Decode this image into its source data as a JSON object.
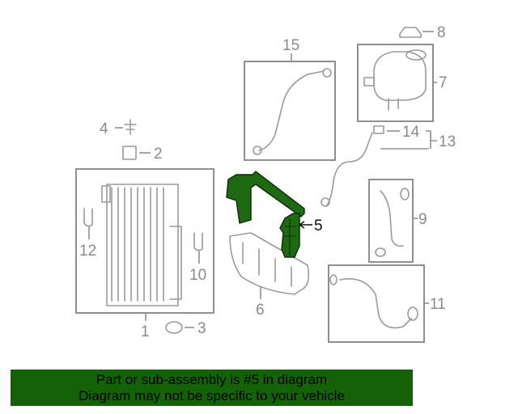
{
  "diagram": {
    "callouts": [
      "1",
      "2",
      "3",
      "4",
      "5",
      "6",
      "7",
      "8",
      "9",
      "10",
      "11",
      "12",
      "13",
      "14",
      "15"
    ],
    "highlighted_part": "5",
    "highlight_color": "#1e6a12"
  },
  "banner": {
    "line1": "Part or sub-assembly is #5 in diagram",
    "line2": "Diagram may not be specific to your vehicle",
    "background": "#136306"
  }
}
